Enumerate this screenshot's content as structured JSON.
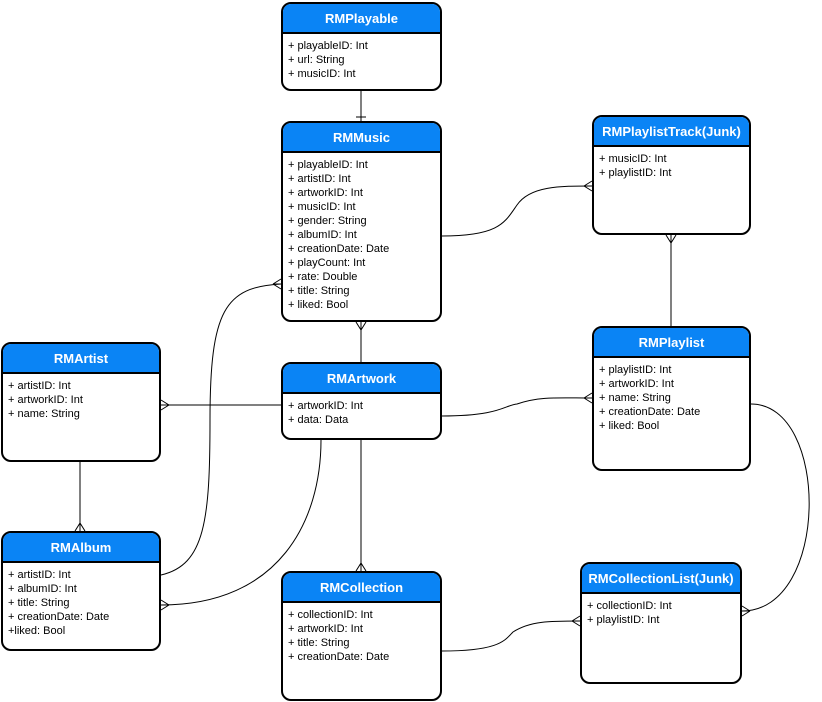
{
  "entities": {
    "playable": {
      "title": "RMPlayable",
      "fields": [
        "+ playableID: Int",
        "+ url: String",
        "+ musicID: Int"
      ]
    },
    "music": {
      "title": "RMMusic",
      "fields": [
        "+ playableID: Int",
        "+ artistID: Int",
        "+ artworkID: Int",
        "+ musicID: Int",
        "+ gender: String",
        "+ albumID: Int",
        "+ creationDate: Date",
        "+ playCount: Int",
        "+ rate: Double",
        "+ title: String",
        "+ liked: Bool"
      ]
    },
    "playlist_track": {
      "title": "RMPlaylistTrack(Junk)",
      "fields": [
        "+ musicID: Int",
        "+ playlistID: Int"
      ]
    },
    "artist": {
      "title": "RMArtist",
      "fields": [
        "+ artistID: Int",
        "+ artworkID: Int",
        "+ name: String"
      ]
    },
    "artwork": {
      "title": "RMArtwork",
      "fields": [
        "+ artworkID: Int",
        "+ data: Data"
      ]
    },
    "playlist": {
      "title": "RMPlaylist",
      "fields": [
        "+ playlistID: Int",
        "+ artworkID: Int",
        "+ name: String",
        "+ creationDate: Date",
        "+ liked: Bool"
      ]
    },
    "album": {
      "title": "RMAlbum",
      "fields": [
        "+ artistID: Int",
        "+ albumID: Int",
        "+ title: String",
        "+ creationDate: Date",
        "+liked: Bool"
      ]
    },
    "collection": {
      "title": "RMCollection",
      "fields": [
        "+ collectionID: Int",
        "+ artworkID: Int",
        "+ title: String",
        "+ creationDate: Date"
      ]
    },
    "collection_list": {
      "title": "RMCollectionList(Junk)",
      "fields": [
        "+ collectionID: Int",
        "+ playlistID: Int"
      ]
    }
  },
  "colors": {
    "header": "#0a84f5",
    "header_text": "#ffffff",
    "border": "#000000",
    "line": "#000000"
  },
  "relationships": [
    {
      "from": "playable",
      "to": "music",
      "from_end": "one",
      "to_end": "one"
    },
    {
      "from": "music",
      "to": "playlist_track",
      "from_end": "none",
      "to_end": "many"
    },
    {
      "from": "playlist_track",
      "to": "playlist",
      "from_end": "many",
      "to_end": "none"
    },
    {
      "from": "music",
      "to": "artwork",
      "from_end": "many",
      "to_end": "none"
    },
    {
      "from": "artwork",
      "to": "artist",
      "from_end": "none",
      "to_end": "many"
    },
    {
      "from": "artwork",
      "to": "playlist",
      "from_end": "none",
      "to_end": "many"
    },
    {
      "from": "artwork",
      "to": "collection",
      "from_end": "none",
      "to_end": "many"
    },
    {
      "from": "artwork",
      "to": "album",
      "from_end": "none",
      "to_end": "many"
    },
    {
      "from": "artist",
      "to": "album",
      "from_end": "none",
      "to_end": "many"
    },
    {
      "from": "album",
      "to": "music",
      "from_end": "none",
      "to_end": "many"
    },
    {
      "from": "playlist",
      "to": "collection_list",
      "from_end": "none",
      "to_end": "many"
    },
    {
      "from": "collection",
      "to": "collection_list",
      "from_end": "none",
      "to_end": "many"
    }
  ]
}
